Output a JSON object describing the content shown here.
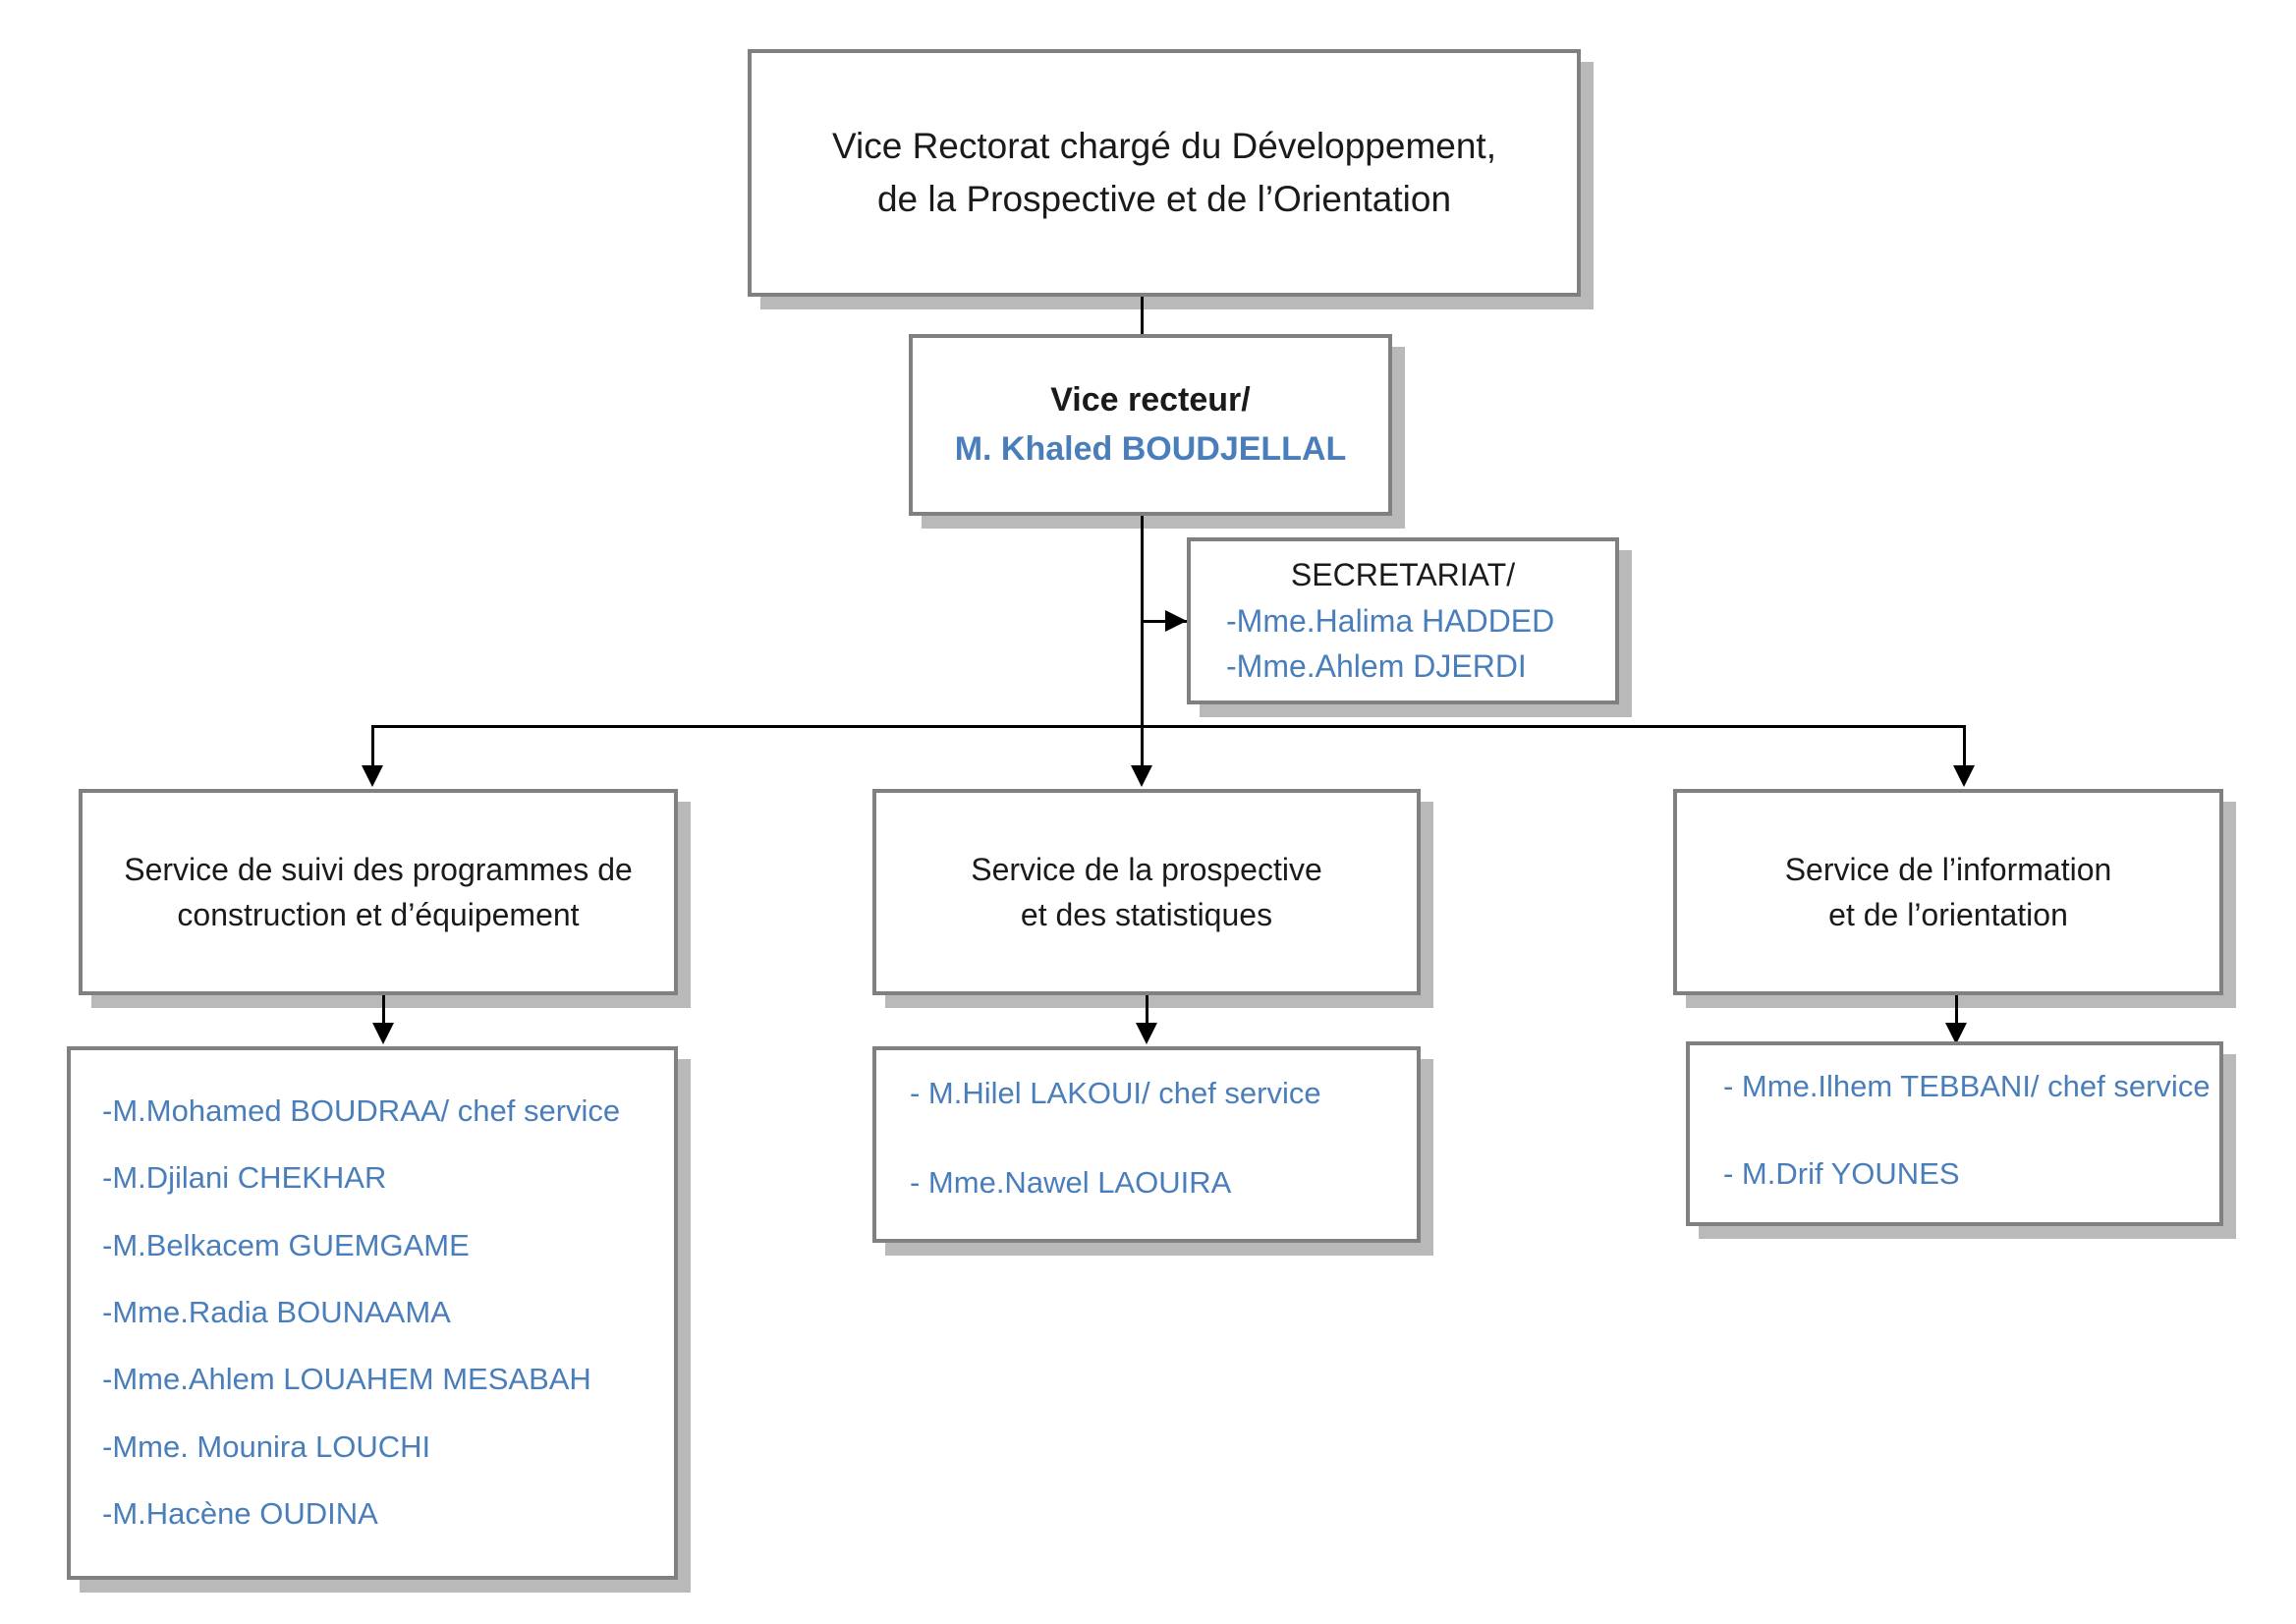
{
  "chart_title": "Organigramme - Vice Rectorat charge du Developpement, de la Prospective et de l'Orientation",
  "colors": {
    "name_blue": "#4a7ebb",
    "title_black": "#1a1a1a",
    "box_border": "#808080",
    "box_shadow": "#b9b9b9",
    "connector": "#000000"
  },
  "root": {
    "line1": "Vice Rectorat chargé du Développement,",
    "line2": "de la Prospective et de l’Orientation"
  },
  "vice_recteur": {
    "role": "Vice recteur/",
    "name": "M. Khaled BOUDJELLAL"
  },
  "secretariat": {
    "title": "SECRETARIAT/",
    "members": [
      "-Mme.Halima HADDED",
      "-Mme.Ahlem DJERDI"
    ]
  },
  "services": [
    {
      "title_line1": "Service de suivi des programmes de",
      "title_line2": "construction et d’équipement",
      "staff": [
        "-M.Mohamed BOUDRAA/ chef service",
        "-M.Djilani CHEKHAR",
        "-M.Belkacem GUEMGAME",
        "-Mme.Radia BOUNAAMA",
        "-Mme.Ahlem LOUAHEM MESABAH",
        "-Mme. Mounira LOUCHI",
        "-M.Hacène OUDINA"
      ]
    },
    {
      "title_line1": "Service de la prospective",
      "title_line2": "et des statistiques",
      "staff": [
        "- M.Hilel LAKOUI/ chef service",
        "- Mme.Nawel LAOUIRA"
      ]
    },
    {
      "title_line1": "Service de l’information",
      "title_line2": "et de l’orientation",
      "staff": [
        "- Mme.Ilhem TEBBANI/ chef service",
        "- M.Drif YOUNES"
      ]
    }
  ]
}
